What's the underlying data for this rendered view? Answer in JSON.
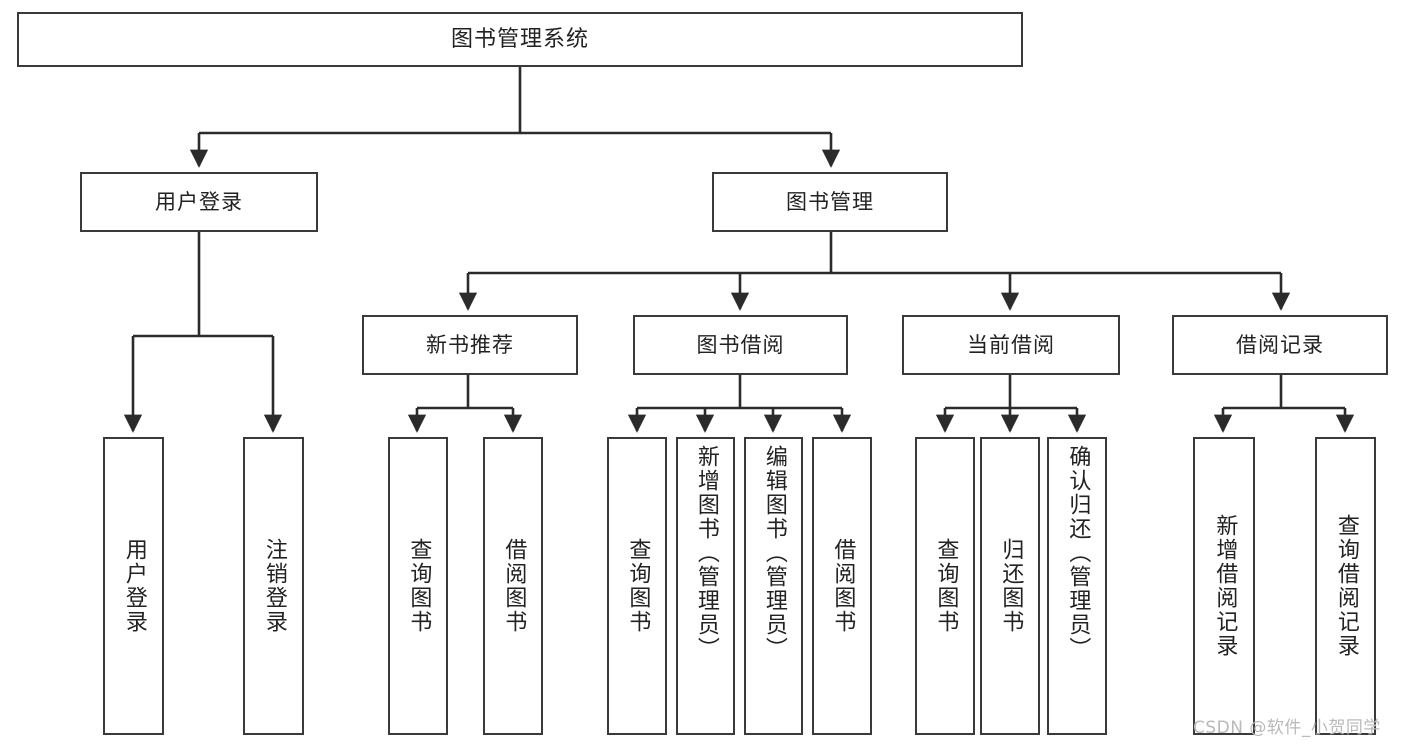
{
  "diagram": {
    "type": "tree-hierarchy-chart",
    "title": "图书管理系统",
    "colors": {
      "box_border": "#3a3a3a",
      "box_fill": "#ffffff",
      "line": "#2b2b2b",
      "text": "#222222",
      "watermark": "#b9b9b9",
      "background": "#ffffff"
    },
    "root": {
      "label": "图书管理系统"
    },
    "level2": [
      {
        "label": "用户登录"
      },
      {
        "label": "图书管理"
      }
    ],
    "level3": [
      {
        "label": "新书推荐"
      },
      {
        "label": "图书借阅"
      },
      {
        "label": "当前借阅"
      },
      {
        "label": "借阅记录"
      }
    ],
    "leaves": {
      "user_login": [
        {
          "label": "用户登录"
        },
        {
          "label": "注销登录"
        }
      ],
      "new_book_recommend": [
        {
          "label": "查询图书"
        },
        {
          "label": "借阅图书"
        }
      ],
      "book_borrow": [
        {
          "label": "查询图书"
        },
        {
          "label": "新增图书（管理员）"
        },
        {
          "label": "编辑图书（管理员）"
        },
        {
          "label": "借阅图书"
        }
      ],
      "current_borrow": [
        {
          "label": "查询图书"
        },
        {
          "label": "归还图书"
        },
        {
          "label": "确认归还（管理员）"
        }
      ],
      "borrow_record": [
        {
          "label": "新增借阅记录"
        },
        {
          "label": "查询借阅记录"
        }
      ]
    }
  },
  "watermark": {
    "text": "CSDN @软件_小贺同学"
  }
}
